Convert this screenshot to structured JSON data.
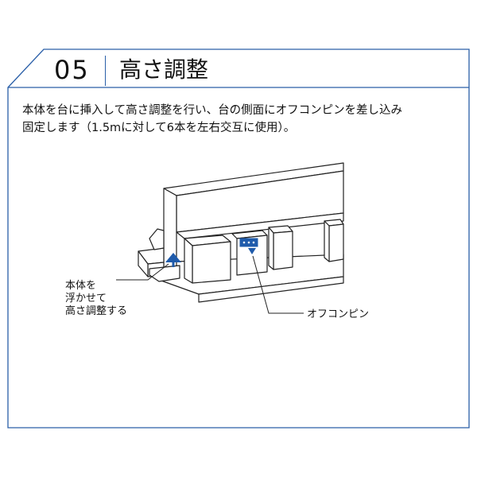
{
  "step": {
    "number": "05",
    "title": "高さ調整"
  },
  "instructions": {
    "line1": "本体を台に挿入して高さ調整を行い、台の側面にオフコンピンを差し込み",
    "line2": "固定します（1.5mに対して6本を左右交互に使用）。"
  },
  "callouts": {
    "left_line1": "本体を",
    "left_line2": "浮かせて",
    "left_line3": "高さ調整する",
    "right": "オフコンピン"
  },
  "colors": {
    "frame": "#2a5fa8",
    "accent": "#1f5bab",
    "line": "#222222"
  }
}
